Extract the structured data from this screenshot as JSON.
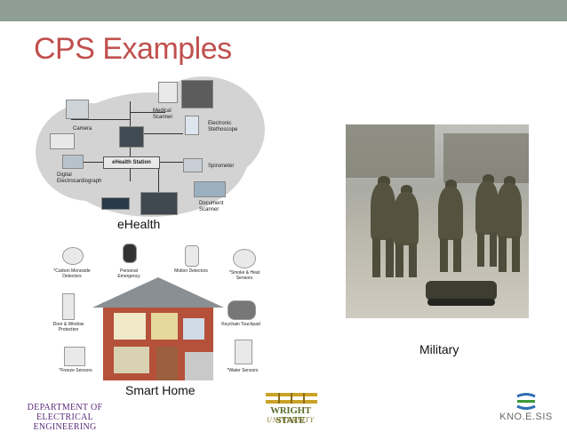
{
  "slide": {
    "title": "CPS Examples",
    "accent_color": "#c0504d",
    "band_color": "#8f9e95"
  },
  "ehealth": {
    "caption": "eHealth",
    "station_label": "eHealth Station",
    "devices": [
      "Camera",
      "Medical Scanner",
      "Electronic Stethoscope",
      "Spirometer",
      "Document Scanner",
      "Digital Electrocardiograph"
    ]
  },
  "military": {
    "caption": "Military"
  },
  "smarthome": {
    "caption": "Smart Home",
    "sensors": [
      "*Carbon Monoxide Detectors",
      "Personal Emergency",
      "Motion Detectors",
      "*Smoke & Heat Sensors",
      "Door & Window Protection",
      "Keychain Touchpad",
      "*Freeze Sensors",
      "*Water Sensors"
    ]
  },
  "footer": {
    "dept_line1": "DEPARTMENT OF",
    "dept_line2": "ELECTRICAL ENGINEERING",
    "university_name": "WRIGHT STATE",
    "university_word": "UNIVERSITY",
    "lab_name": "KNO.E.SIS"
  }
}
